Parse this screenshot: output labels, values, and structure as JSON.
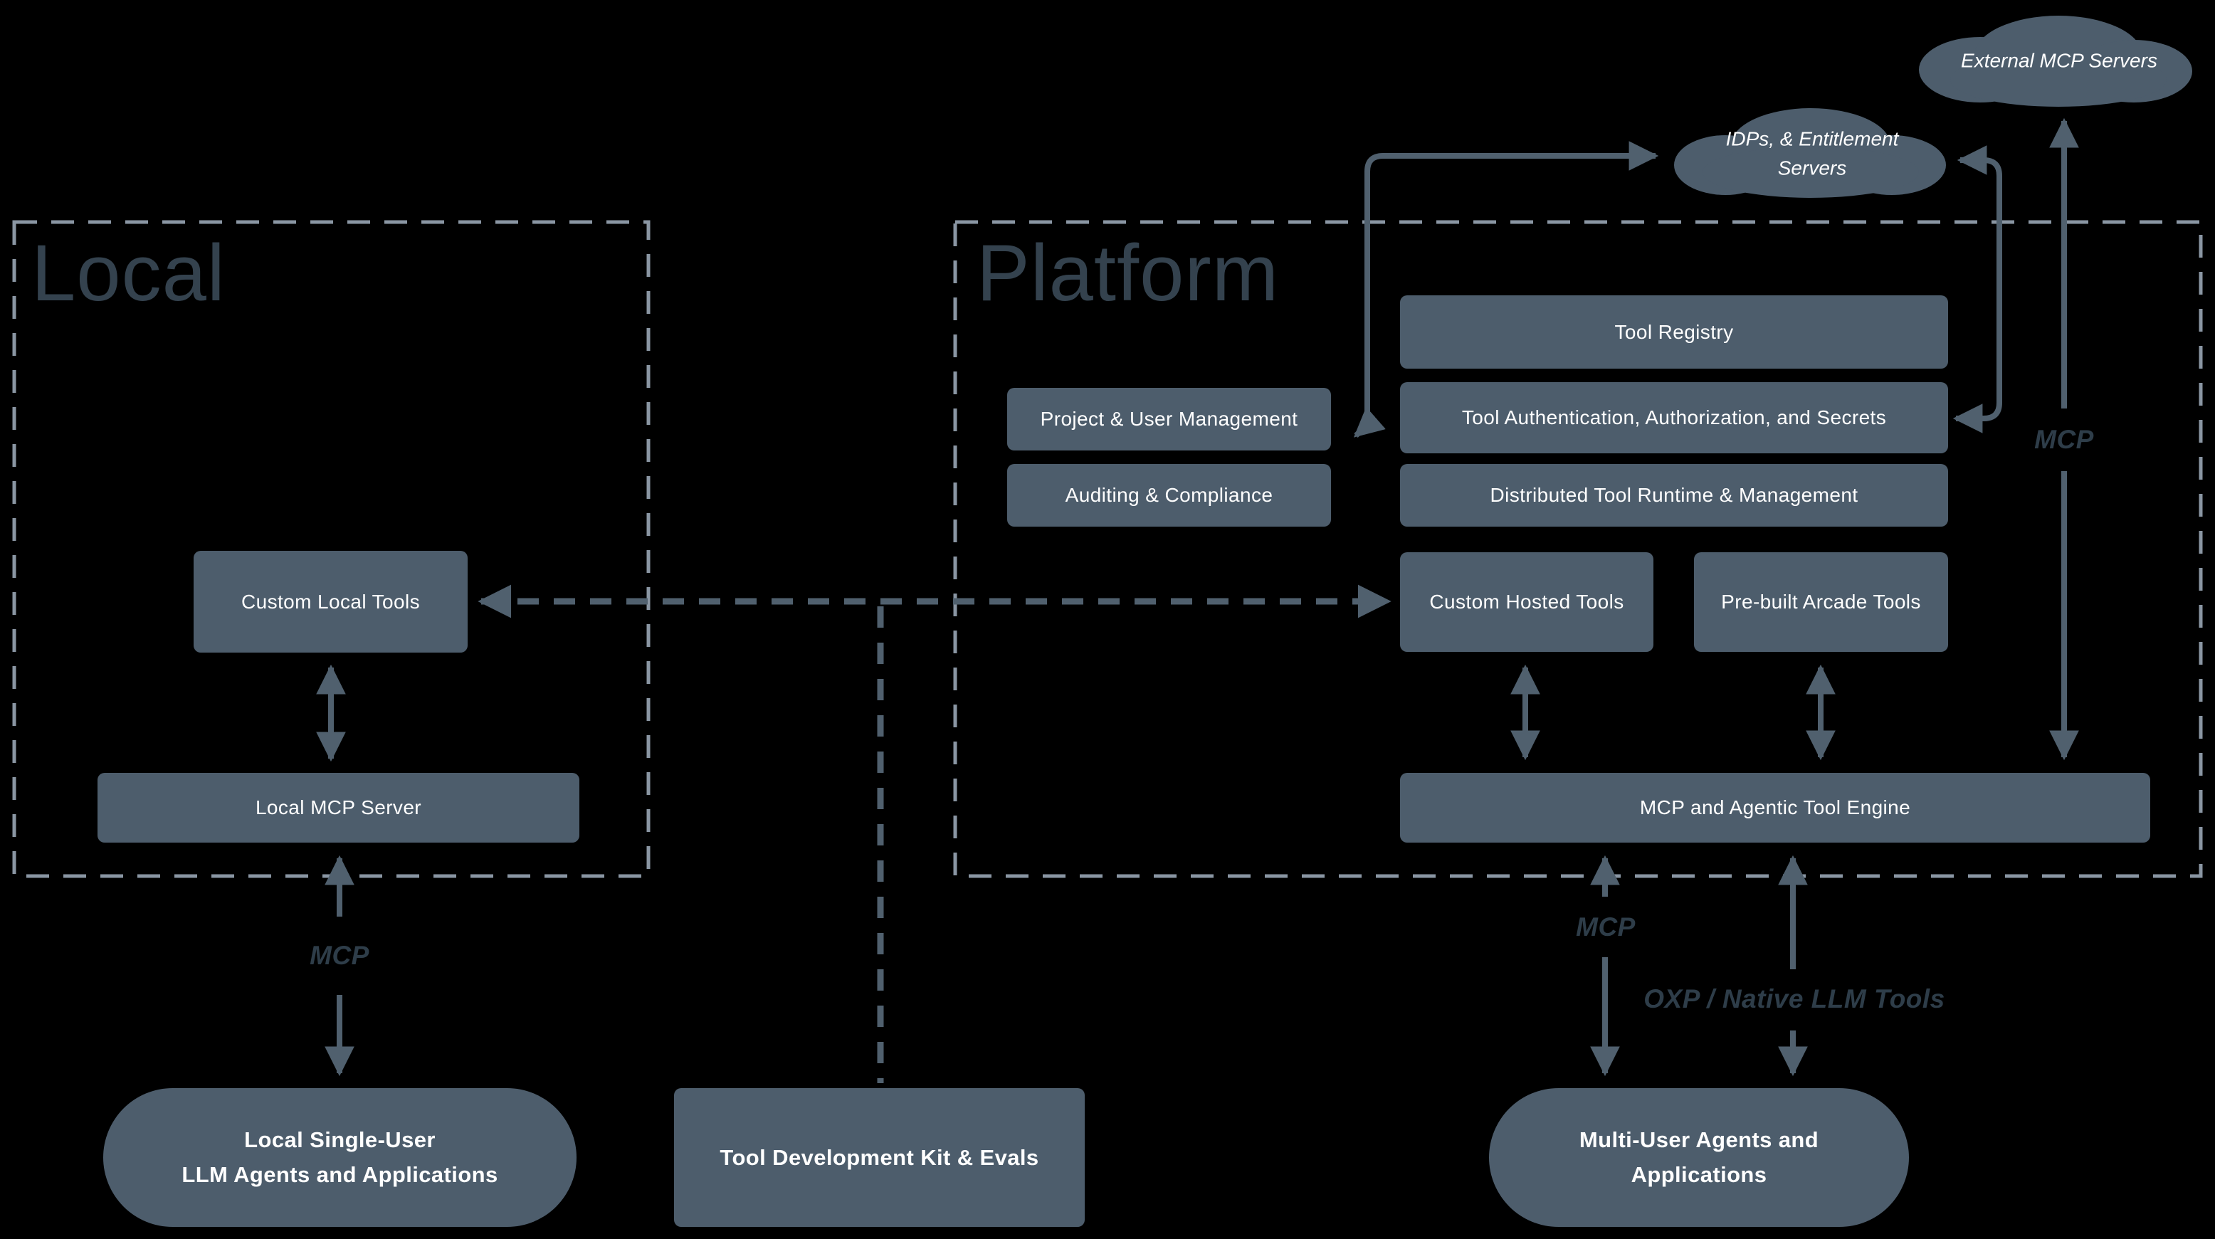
{
  "regions": {
    "local": "Local",
    "platform": "Platform"
  },
  "clouds": {
    "external_label": "External MCP Servers",
    "idp_line1": "IDPs, & Entitlement",
    "idp_line2": "Servers"
  },
  "boxes": {
    "tool_registry": "Tool Registry",
    "project_user_mgmt": "Project & User Management",
    "tool_auth": "Tool Authentication, Authorization, and Secrets",
    "auditing": "Auditing & Compliance",
    "distributed_runtime": "Distributed Tool Runtime & Management",
    "custom_hosted": "Custom Hosted Tools",
    "prebuilt_arcade": "Pre-built Arcade Tools",
    "mcp_engine": "MCP and Agentic Tool Engine",
    "custom_local": "Custom Local Tools",
    "local_mcp_server": "Local MCP Server",
    "tdk": "Tool Development Kit & Evals"
  },
  "pills": {
    "local_agents_line1": "Local Single-User",
    "local_agents_line2": "LLM Agents and Applications",
    "multi_user_line1": "Multi-User Agents and",
    "multi_user_line2": "Applications"
  },
  "edge_labels": {
    "local_mcp": "MCP",
    "engine_mcp": "MCP",
    "external_mcp": "MCP",
    "oxp": "OXP / Native LLM Tools"
  },
  "colors": {
    "background": "#000000",
    "shape_fill": "#4d5d6c",
    "region_border": "#8a96a3",
    "region_title": "#34424e",
    "arrow": "#50606e",
    "edge_label": "#2e3d49",
    "shape_text": "#ffffff"
  }
}
